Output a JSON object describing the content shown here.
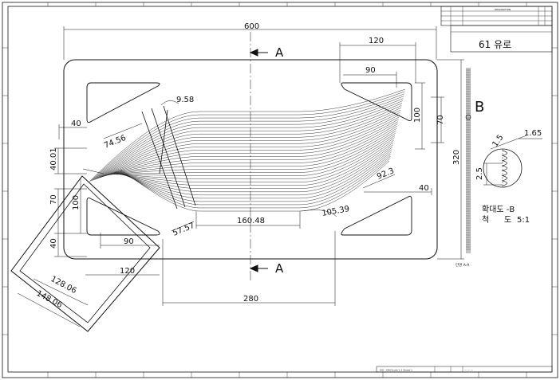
{
  "title": {
    "main": "61 유로",
    "detail_letter": "B",
    "detail_title": "확대도 -B",
    "scale_label": "척",
    "scale_label2": "도",
    "scale_value": "5:1"
  },
  "section": {
    "cut_letter_top": "A",
    "cut_letter_bottom": "A",
    "section_label": "단면 A-A"
  },
  "dims": {
    "overall_width": "600",
    "bottom_width": "280",
    "top_right": "120",
    "right_inner": "90",
    "right_height": "100",
    "right_height2": "70",
    "overall_height": "320",
    "left_40_top": "40",
    "left_4001": "40.01",
    "left_70": "70",
    "left_100": "100",
    "left_40_bottom": "40",
    "left_bottom_90": "90",
    "left_bottom_120": "120",
    "angle_top_left": "74.56",
    "radius_small": "9.58",
    "mid_len": "160.48",
    "mid_short": "57.57",
    "right_923": "92.3",
    "right_10539": "105.39",
    "right_40": "40",
    "rect_12806": "128.06",
    "rect_14806": "148.06",
    "detail_165": "1.65",
    "detail_15": "1.5",
    "detail_25": "2.5"
  },
  "title_block": {
    "rev_header": "DESCRIPTION",
    "footer_a": "ISO - DIN  Scale 1:1  Sheet 1",
    "footer_b": "— — —"
  }
}
